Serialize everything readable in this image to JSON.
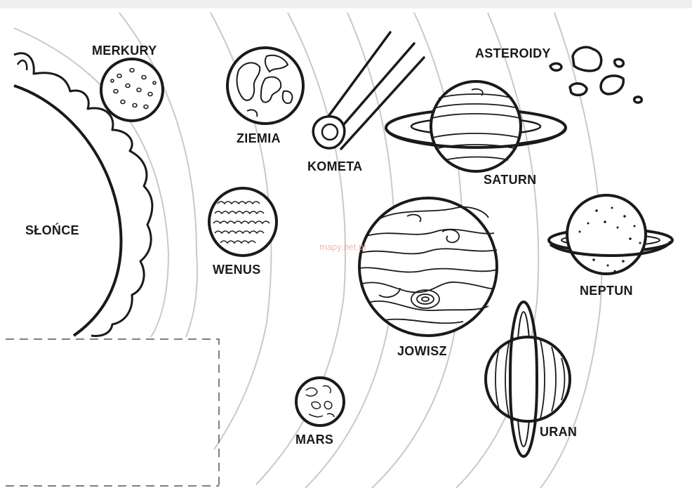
{
  "labels": {
    "sun": "SŁOŃCE",
    "mercury": "MERKURY",
    "earth": "ZIEMIA",
    "venus": "WENUS",
    "comet": "KOMETA",
    "asteroids": "ASTEROIDY",
    "saturn": "SATURN",
    "jupiter": "JOWISZ",
    "neptune": "NEPTUN",
    "mars": "MARS",
    "uranus": "URAN"
  },
  "watermark": "mapy.net.pl",
  "colors": {
    "ink": "#1a1a1a",
    "orbit": "#c9c9c9",
    "watermark": "#f0b8b8",
    "background": "#ffffff"
  }
}
